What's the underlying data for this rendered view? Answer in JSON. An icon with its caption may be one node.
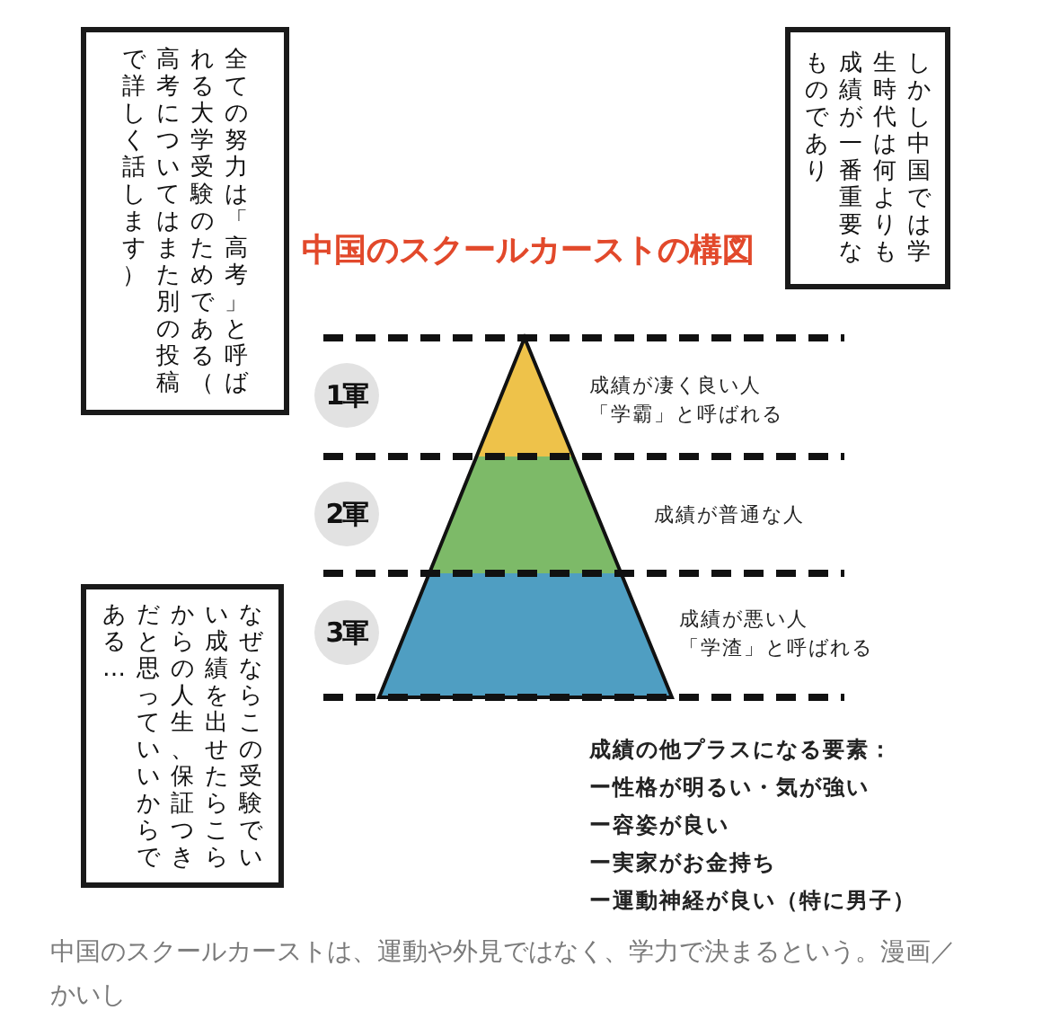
{
  "diagram": {
    "title": "中国のスクールカーストの構図",
    "caption": "中国のスクールカーストは、運動や外見ではなく、学力で決まるという。漫画／かいし",
    "nodes": [
      {
        "text": [
          "しかし中国では学生時代は何よりも成績が一番重要なものであり"
        ]
      },
      {
        "text": [
          "全ての努力は「高考」と呼ばれる大学受験のためである（高考についてはまた別の投稿で詳しく話します）"
        ]
      },
      {
        "text": [
          "なぜならこの受験でいい成績を出せたらこらからの人生、保証つきだと思っていいからである…"
        ]
      },
      {
        "text": [
          "1軍"
        ]
      },
      {
        "text": [
          "2軍"
        ]
      },
      {
        "text": [
          "3軍"
        ]
      }
    ],
    "edges": [],
    "labels": [
      "成績が凄く良い人「学霸」と呼ばれる",
      "成績が普通な人",
      "成績が悪い人「学渣」と呼ばれる",
      "成績の他プラスになる要素：",
      "ー性格が明るい・気が強い",
      "ー容姿が良い",
      "ー実家がお金持ち",
      "ー運動神経が良い（特に男子）"
    ]
  }
}
